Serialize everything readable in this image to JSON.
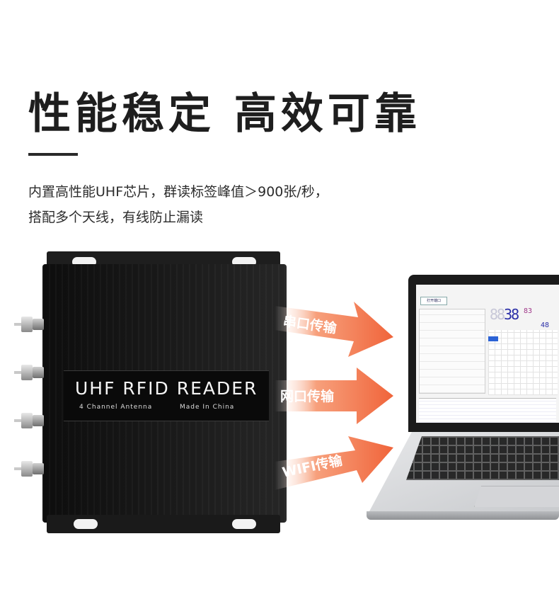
{
  "headline": "性能稳定  高效可靠",
  "description": {
    "line1": "内置高性能UHF芯片，群读标签峰值＞900张/秒，",
    "line2": "搭配多个天线，有线防止漏读"
  },
  "device": {
    "brand_label": "UHF RFID READER",
    "sub_left": "4 Channel Antenna",
    "sub_right": "Made In China",
    "antenna_count": 4
  },
  "arrows": [
    {
      "label": "串口传输"
    },
    {
      "label": "网口传输"
    },
    {
      "label": "WIFI传输"
    }
  ],
  "laptop_screen": {
    "button_label": "打开端口",
    "counter_main": "38",
    "counter_a": "83",
    "counter_b": "48"
  },
  "colors": {
    "arrow_start": "#ffffff",
    "arrow_end": "#f0643a",
    "device_body": "#161616",
    "headline": "#1e1e1e"
  }
}
